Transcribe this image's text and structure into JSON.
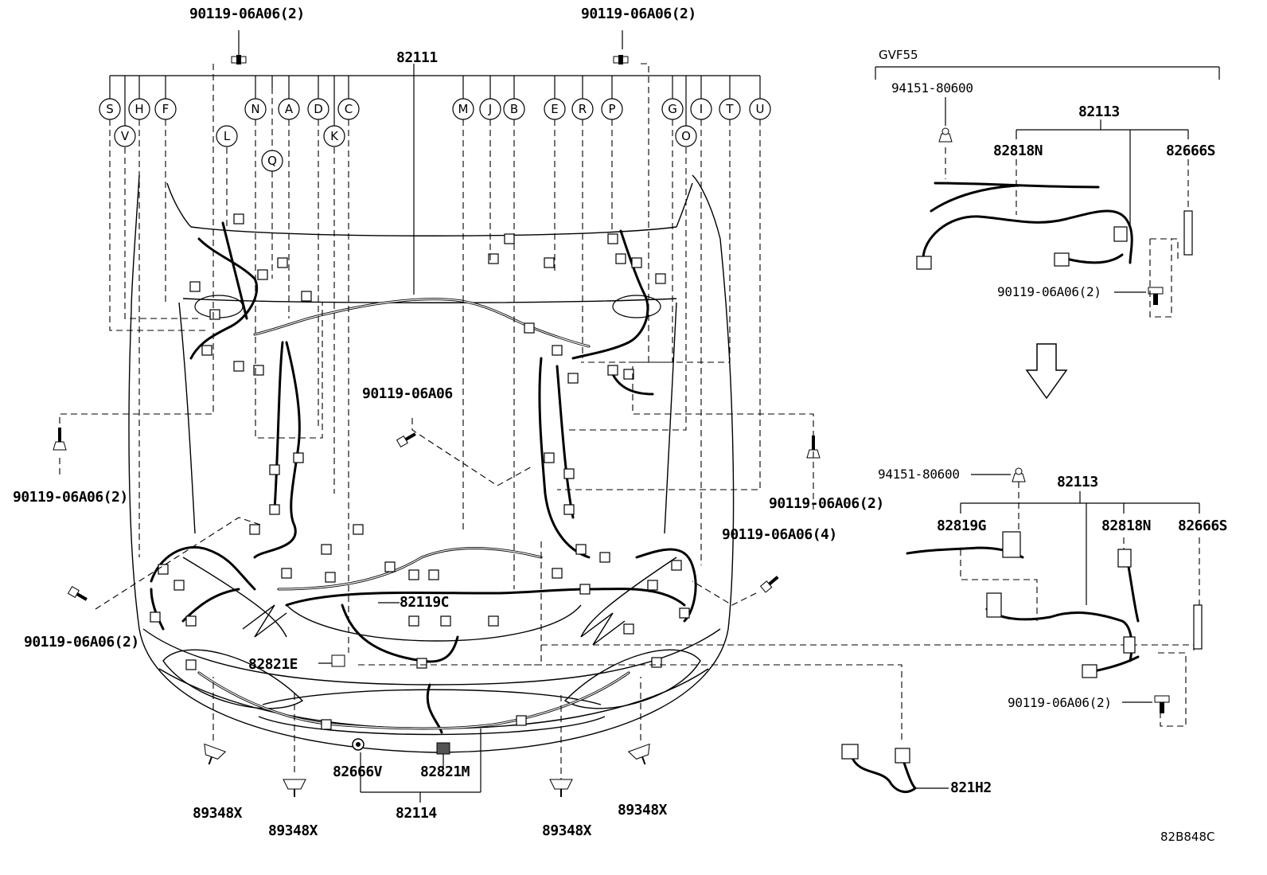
{
  "callouts_top_left": [
    "S",
    "H",
    "F",
    "N",
    "A",
    "D",
    "C"
  ],
  "callouts_left_row2": [
    "V",
    "L",
    "K"
  ],
  "callout_q": "Q",
  "callouts_top_right": [
    "M",
    "J",
    "B",
    "E",
    "R",
    "P",
    "G",
    "I",
    "T",
    "U"
  ],
  "callout_o": "O",
  "parts": {
    "main_harness": "82111",
    "bolt_top_left": "90119-06A06(2)",
    "bolt_top_right": "90119-06A06(2)",
    "bolt_center": "90119-06A06",
    "bolt_left": "90119-06A06(2)",
    "bolt_right": "90119-06A06(2)",
    "bolt_right_lower": "90119-06A06(4)",
    "bolt_lower_left": "90119-06A06(2)",
    "sub_harness": "82119C",
    "connector_e": "82821E",
    "clamp_v": "82666V",
    "connector_m": "82821M",
    "bumper_harness": "82114",
    "clip_1": "89348X",
    "clip_2": "89348X",
    "clip_3": "89348X",
    "clip_4": "89348X",
    "sensor_harness": "821H2",
    "inset_label": "GVF55",
    "inset_top_nut": "94151-80600",
    "inset_top_harness": "82113",
    "inset_top_sub": "82818N",
    "inset_top_clamp": "82666S",
    "inset_top_bolt": "90119-06A06(2)",
    "inset_bot_nut": "94151-80600",
    "inset_bot_harness": "82113",
    "inset_bot_sub_g": "82819G",
    "inset_bot_sub_n": "82818N",
    "inset_bot_clamp": "82666S",
    "inset_bot_bolt": "90119-06A06(2)"
  },
  "figure_code": "82B848C"
}
